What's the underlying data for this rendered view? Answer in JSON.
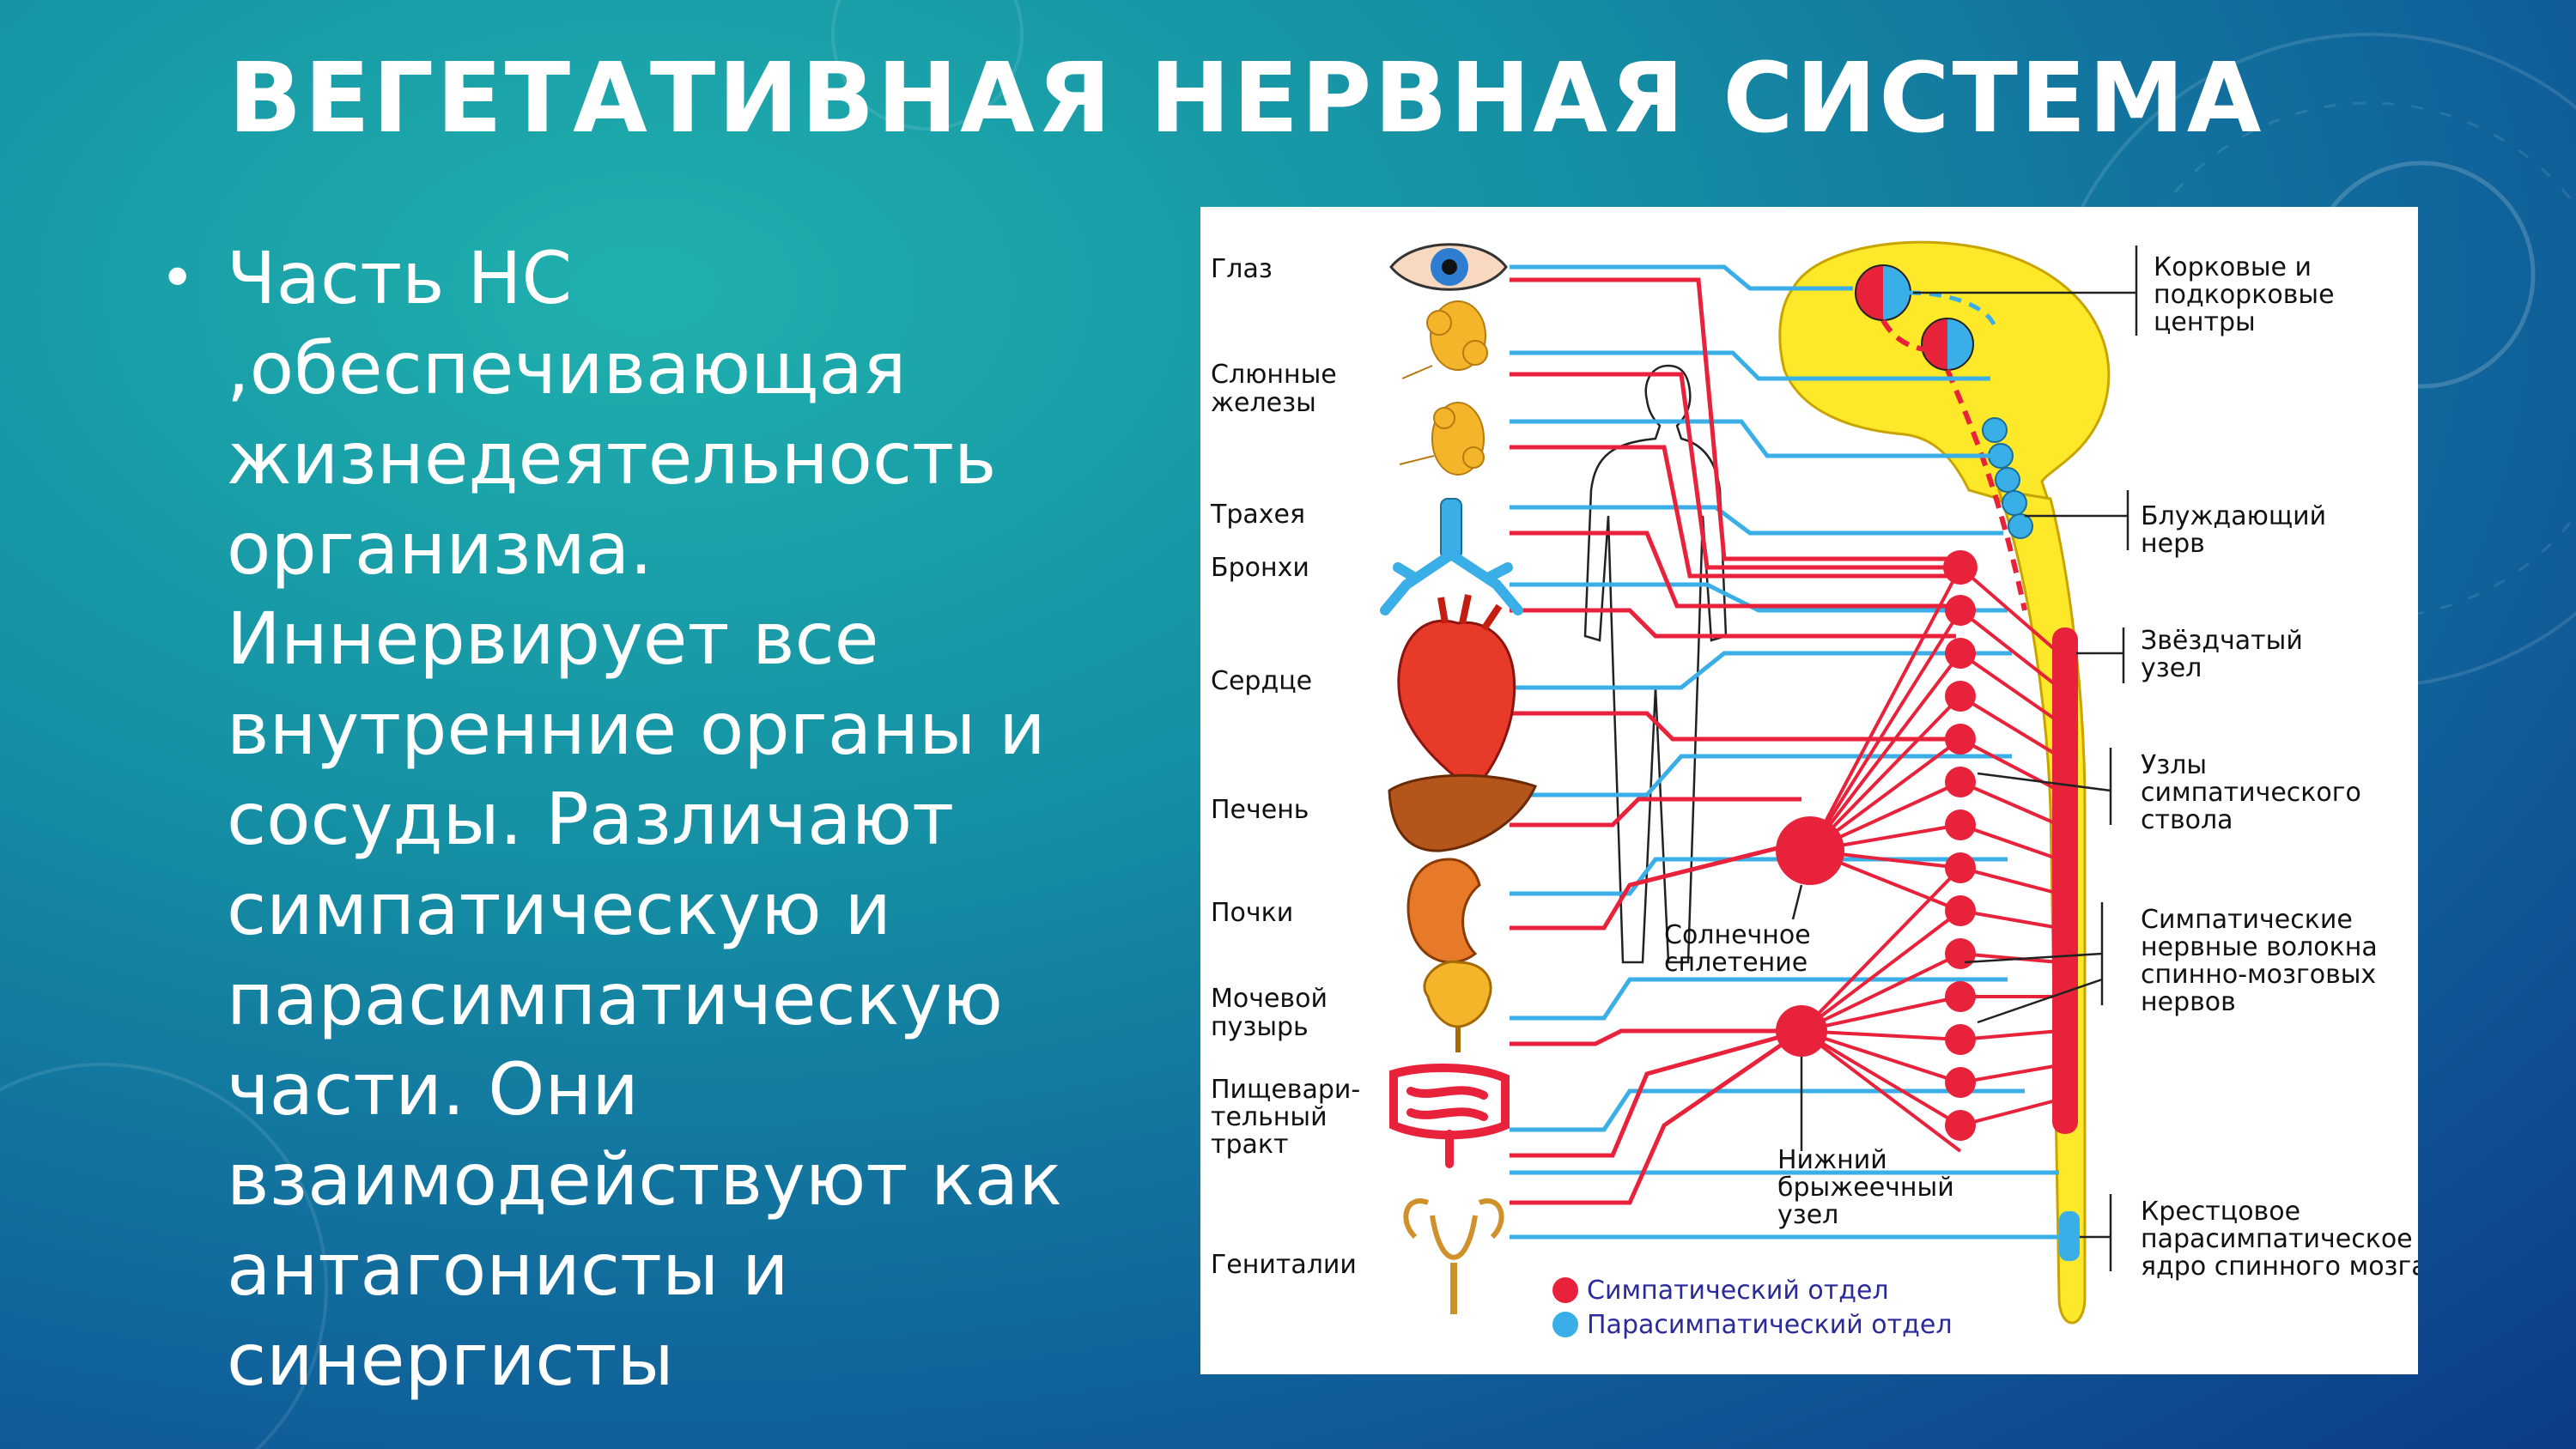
{
  "slide": {
    "title": "ВЕГЕТАТИВНАЯ НЕРВНАЯ СИСТЕМА",
    "bullet_text": "Часть НС ,обеспечивающая жизнедеятельность организма. Иннервирует все внутренние органы и сосуды. Различают симпатическую и парасимпатическую части. Они взаимодействуют как антагонисты и синергисты"
  },
  "diagram": {
    "organs": [
      {
        "label": "Глаз"
      },
      {
        "label": "Слюнные",
        "label2": "железы"
      },
      {
        "label": "Трахея"
      },
      {
        "label": "Бронхи"
      },
      {
        "label": "Сердце"
      },
      {
        "label": "Печень"
      },
      {
        "label": "Почки"
      },
      {
        "label": "Мочевой",
        "label2": "пузырь"
      },
      {
        "label": "Пищевари-",
        "label2": "тельный",
        "label3": "тракт"
      },
      {
        "label": "Гениталии"
      }
    ],
    "annotations": {
      "cortical": [
        "Корковые и",
        "подкорковые",
        "центры"
      ],
      "vagus": [
        "Блуждающий",
        "нерв"
      ],
      "stellate": [
        "Звёздчатый",
        "узел"
      ],
      "sympathetic_trunk": [
        "Узлы",
        "симпатического",
        "ствола"
      ],
      "sympathetic_fibers": [
        "Симпатические",
        "нервные волокна",
        "спинно-мозговых",
        "нервов"
      ],
      "sacral": [
        "Крестцовое",
        "парасимпатическое",
        "ядро спинного мозга"
      ],
      "solar_plexus": [
        "Солнечное",
        "сплетение"
      ],
      "mesenteric": [
        "Нижний",
        "брыжеечный",
        "узел"
      ]
    },
    "legend": {
      "sympathetic": "Симпатический отдел",
      "parasympathetic": "Парасимпатический отдел"
    },
    "colors": {
      "sympathetic": "#e8223a",
      "parasympathetic": "#3aaee6",
      "brain": "#fde82a",
      "cord_outline": "#c9a400"
    }
  }
}
